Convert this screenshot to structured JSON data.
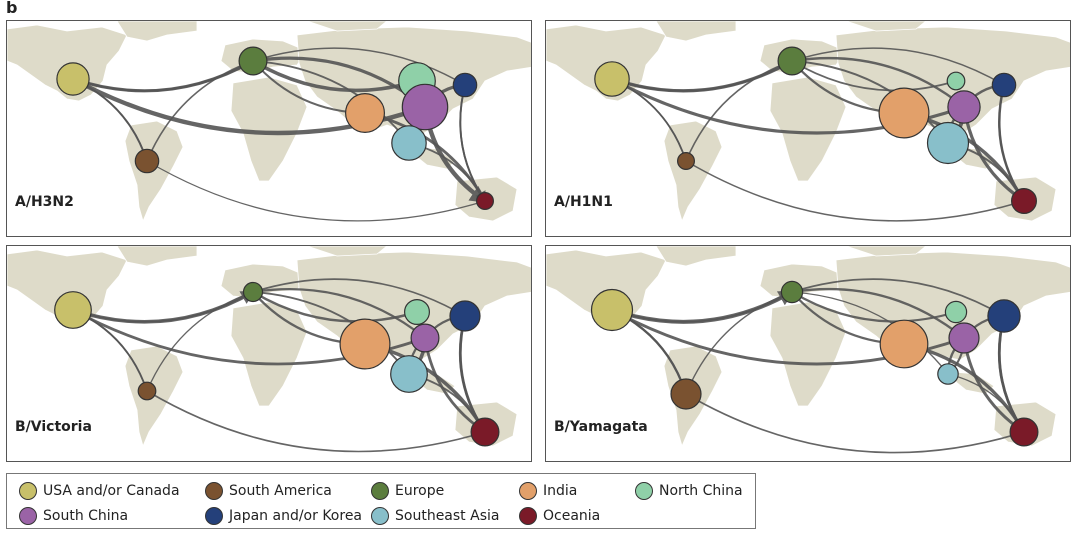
{
  "figure_label": "b",
  "regions": [
    {
      "id": "usa",
      "name": "USA and/or Canada",
      "color": "#c8c06a"
    },
    {
      "id": "sam",
      "name": "South America",
      "color": "#7a5230"
    },
    {
      "id": "eur",
      "name": "Europe",
      "color": "#5b7d3e"
    },
    {
      "id": "ind",
      "name": "India",
      "color": "#e2a06a"
    },
    {
      "id": "nch",
      "name": "North China",
      "color": "#8fd0a8"
    },
    {
      "id": "sch",
      "name": "South China",
      "color": "#9a63a6"
    },
    {
      "id": "jpk",
      "name": "Japan and/or Korea",
      "color": "#24407a"
    },
    {
      "id": "sea",
      "name": "Southeast Asia",
      "color": "#88bfca"
    },
    {
      "id": "oce",
      "name": "Oceania",
      "color": "#7a1a28"
    }
  ],
  "panels": [
    {
      "title": "A/H3N2",
      "node_sizes": {
        "usa": 0.55,
        "sam": 0.35,
        "eur": 0.45,
        "ind": 0.7,
        "nch": 0.65,
        "sch": 0.85,
        "jpk": 0.35,
        "sea": 0.6,
        "oce": 0.2
      }
    },
    {
      "title": "A/H1N1",
      "node_sizes": {
        "usa": 0.6,
        "sam": 0.2,
        "eur": 0.45,
        "ind": 0.95,
        "nch": 0.22,
        "sch": 0.55,
        "jpk": 0.35,
        "sea": 0.75,
        "oce": 0.38
      }
    },
    {
      "title": "B/Victoria",
      "node_sizes": {
        "usa": 0.65,
        "sam": 0.22,
        "eur": 0.25,
        "ind": 0.95,
        "nch": 0.38,
        "sch": 0.45,
        "jpk": 0.5,
        "sea": 0.65,
        "oce": 0.45
      }
    },
    {
      "title": "B/Yamagata",
      "node_sizes": {
        "usa": 0.75,
        "sam": 0.5,
        "eur": 0.3,
        "ind": 0.9,
        "nch": 0.3,
        "sch": 0.5,
        "jpk": 0.55,
        "sea": 0.28,
        "oce": 0.45
      }
    }
  ]
}
